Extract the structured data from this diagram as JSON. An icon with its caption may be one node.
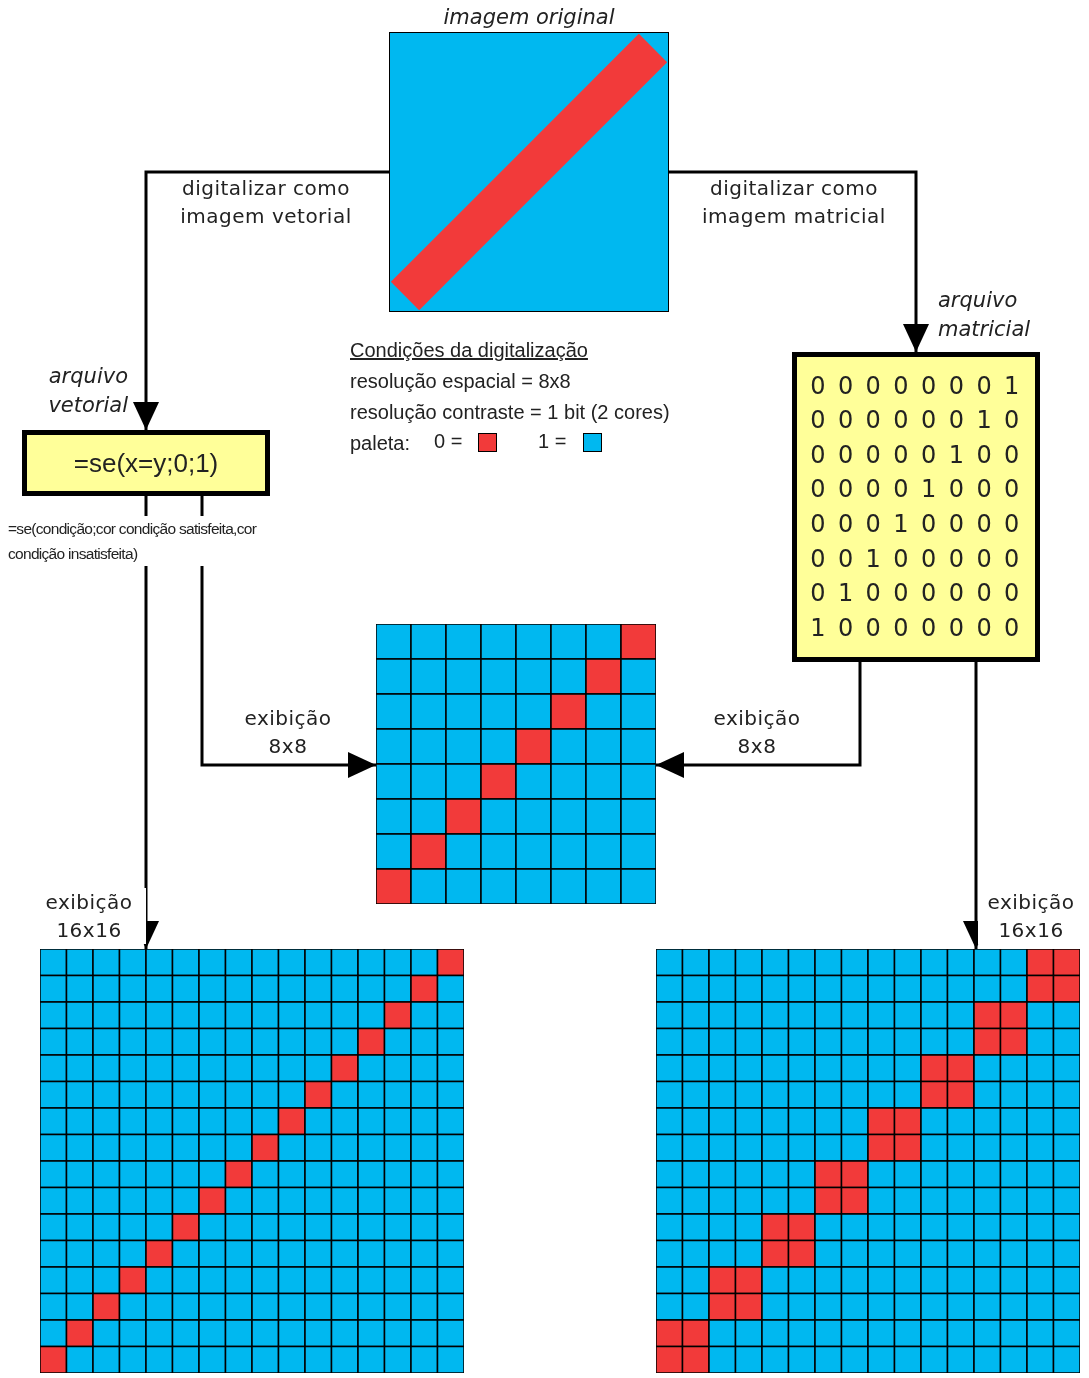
{
  "diagram": {
    "nodes": [
      {
        "text": [
          "imagem original"
        ]
      },
      {
        "text": [
          "=se(x=y;0;1)"
        ],
        "beside": [
          "arquivo vetorial",
          "=se(condição;cor condição satisfeita,cor condição insatisfeita)"
        ]
      },
      {
        "text": [
          "0 0 0 0 0 0 0 1",
          "0 0 0 0 0 0 1 0",
          "0 0 0 0 0 1 0 0",
          "0 0 0 0 1 0 0 0",
          "0 0 0 1 0 0 0 0",
          "0 0 1 0 0 0 0 0",
          "0 1 0 0 0 0 0 0",
          "1 0 0 0 0 0 0 0"
        ],
        "beside": [
          "arquivo matricial"
        ]
      },
      {
        "text": [],
        "shape": "grid"
      },
      {
        "text": [],
        "shape": "grid"
      },
      {
        "text": [],
        "shape": "grid"
      }
    ],
    "edges": [
      {
        "from": 0,
        "to": 1,
        "arrow": "to",
        "label": "digitalizar como imagem vetorial"
      },
      {
        "from": 0,
        "to": 2,
        "arrow": "to",
        "label": "digitalizar como imagem matricial"
      },
      {
        "from": 1,
        "to": 3,
        "arrow": "to",
        "label": "exibição 8x8"
      },
      {
        "from": 2,
        "to": 3,
        "arrow": "to",
        "label": "exibição 8x8"
      },
      {
        "from": 1,
        "to": 4,
        "arrow": "to",
        "label": "exibição 16x16"
      },
      {
        "from": 2,
        "to": 5,
        "arrow": "to",
        "label": "exibição 16x16"
      }
    ],
    "labels": [
      "Condições da digitalização",
      "resolução espacial = 8x8",
      "resolução contraste = 1 bit (2 cores)",
      "paleta:"
    ],
    "legend": [
      {
        "text": "0 =",
        "color": "#f23a3a"
      },
      {
        "text": "1 =",
        "color": "#00b8f0"
      }
    ]
  }
}
